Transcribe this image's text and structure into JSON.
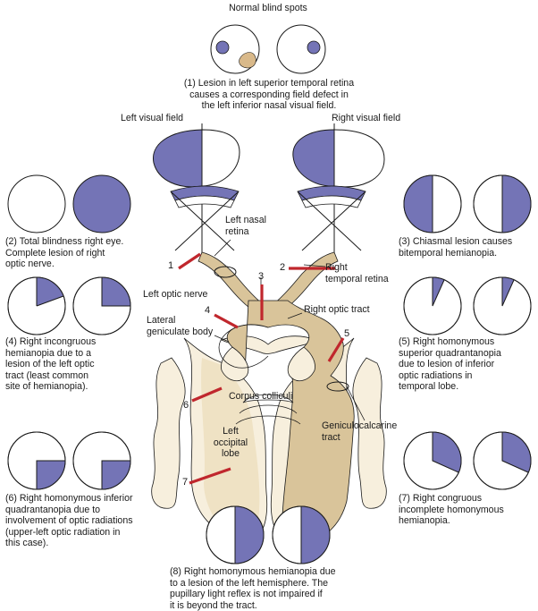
{
  "colors": {
    "defect": "#7474b6",
    "pathway": "#d9c49a",
    "pathway_light": "#f7efdd",
    "lesion": "#c0272d",
    "outline": "#1a1a1a"
  },
  "header": {
    "title": "Normal blind spots"
  },
  "labels": {
    "left_visual_field": "Left visual field",
    "right_visual_field": "Right visual field",
    "left_nasal_retina": "Left nasal\nretina",
    "right_temporal_retina": "Right\ntemporal retina",
    "left_optic_nerve": "Left optic nerve",
    "right_optic_tract": "Right optic tract",
    "lateral_geniculate_body": "Lateral\ngeniculate body",
    "corpus_colliculi": "Corpus colliculi",
    "geniculocalcarine_tract": "Geniculocalcarine\ntract",
    "left_occipital_lobe": "Left\noccipital\nlobe"
  },
  "lesion_numbers": [
    "1",
    "2",
    "3",
    "4",
    "5",
    "6",
    "7"
  ],
  "captions": {
    "c1": "(1) Lesion in left superior temporal retina\ncauses a corresponding field defect in\nthe left inferior nasal visual field.",
    "c2": "(2) Total blindness right eye.\nComplete lesion of right\noptic nerve.",
    "c3": "(3) Chiasmal lesion causes\nbitemporal hemianopia.",
    "c4": "(4) Right incongruous\nhemianopia due to a\nlesion of the left optic\ntract (least common\nsite of hemianopia).",
    "c5": "(5) Right homonymous\nsuperior quadrantanopia\ndue to lesion of inferior\noptic radiations in\ntemporal lobe.",
    "c6": "(6) Right homonymous inferior\nquadrantanopia due to\ninvolvement of optic radiations\n(upper-left optic radiation in\nthis case).",
    "c7": "(7) Right congruous\nincomplete homonymous\nhemianopia.",
    "c8": "(8) Right homonymous hemianopia due\nto a lesion of the left hemisphere. The\npupillary light reflex is not impaired if\nit is beyond the tract."
  }
}
